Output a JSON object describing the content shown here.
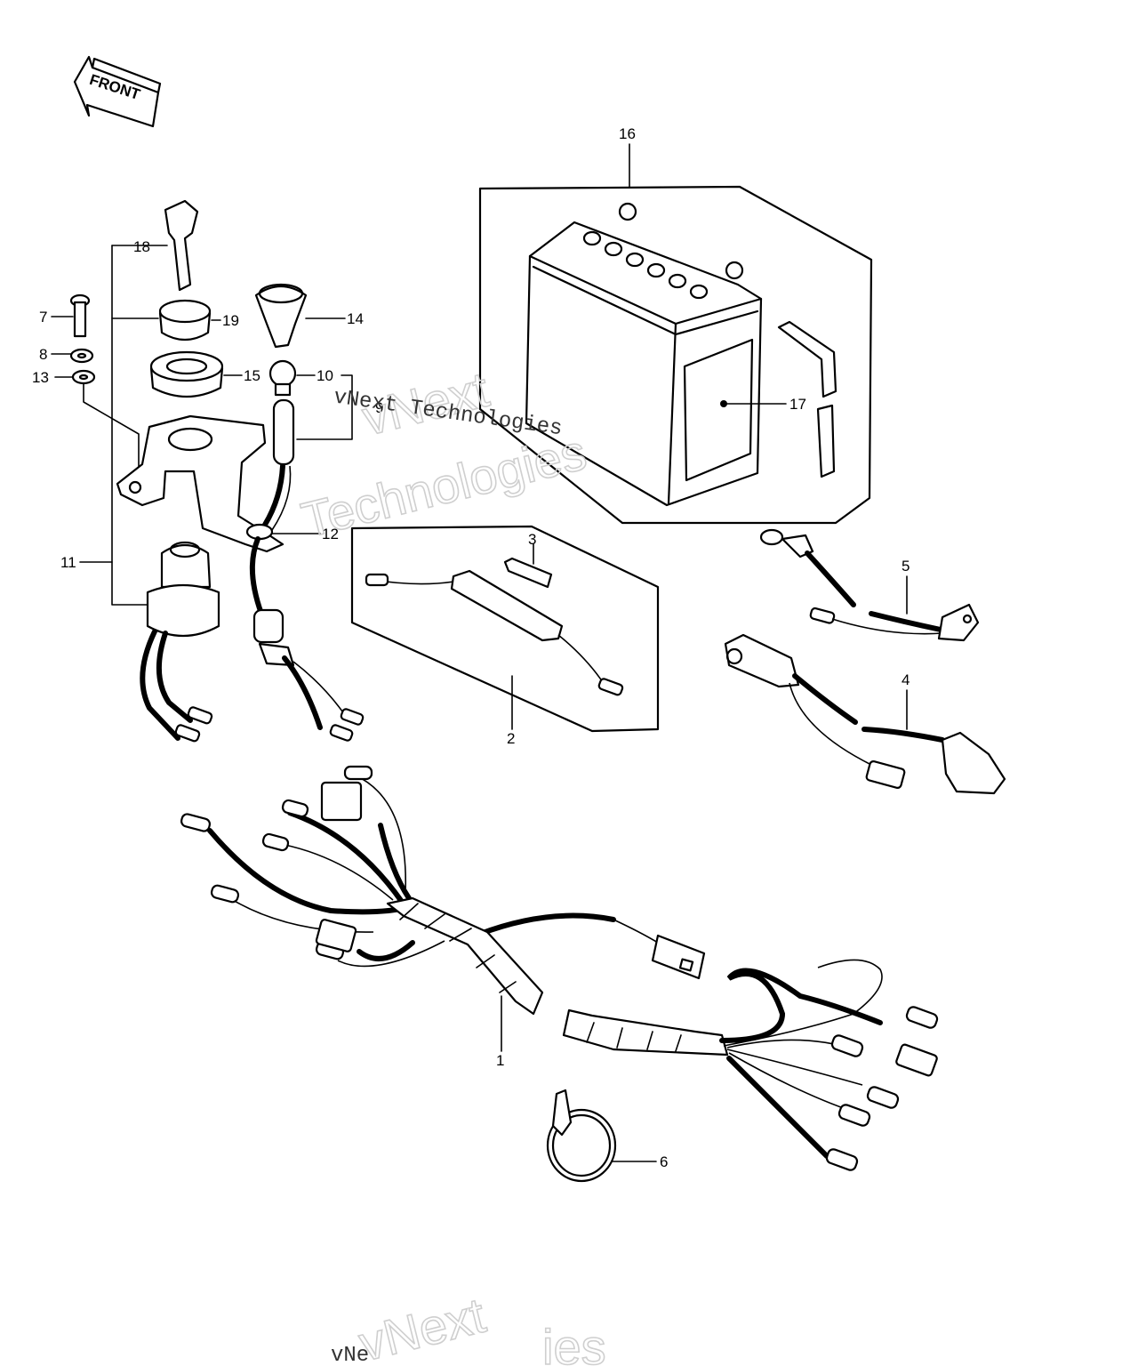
{
  "front_arrow": {
    "label": "FRONT"
  },
  "callouts": {
    "c1": "1",
    "c2": "2",
    "c3": "3",
    "c4": "4",
    "c5": "5",
    "c6": "6",
    "c7": "7",
    "c8": "8",
    "c9": "9",
    "c10": "10",
    "c11": "11",
    "c12": "12",
    "c13": "13",
    "c14": "14",
    "c15": "15",
    "c16": "16",
    "c17": "17",
    "c18": "18",
    "c19": "19"
  },
  "watermarks": {
    "brand_big": "vNext",
    "brand_big_2": "Technologies",
    "brand_small": "vNext Technologies",
    "bottom_big": "vNext",
    "bottom_small": "vNe",
    "bottom_partial": "ies"
  }
}
